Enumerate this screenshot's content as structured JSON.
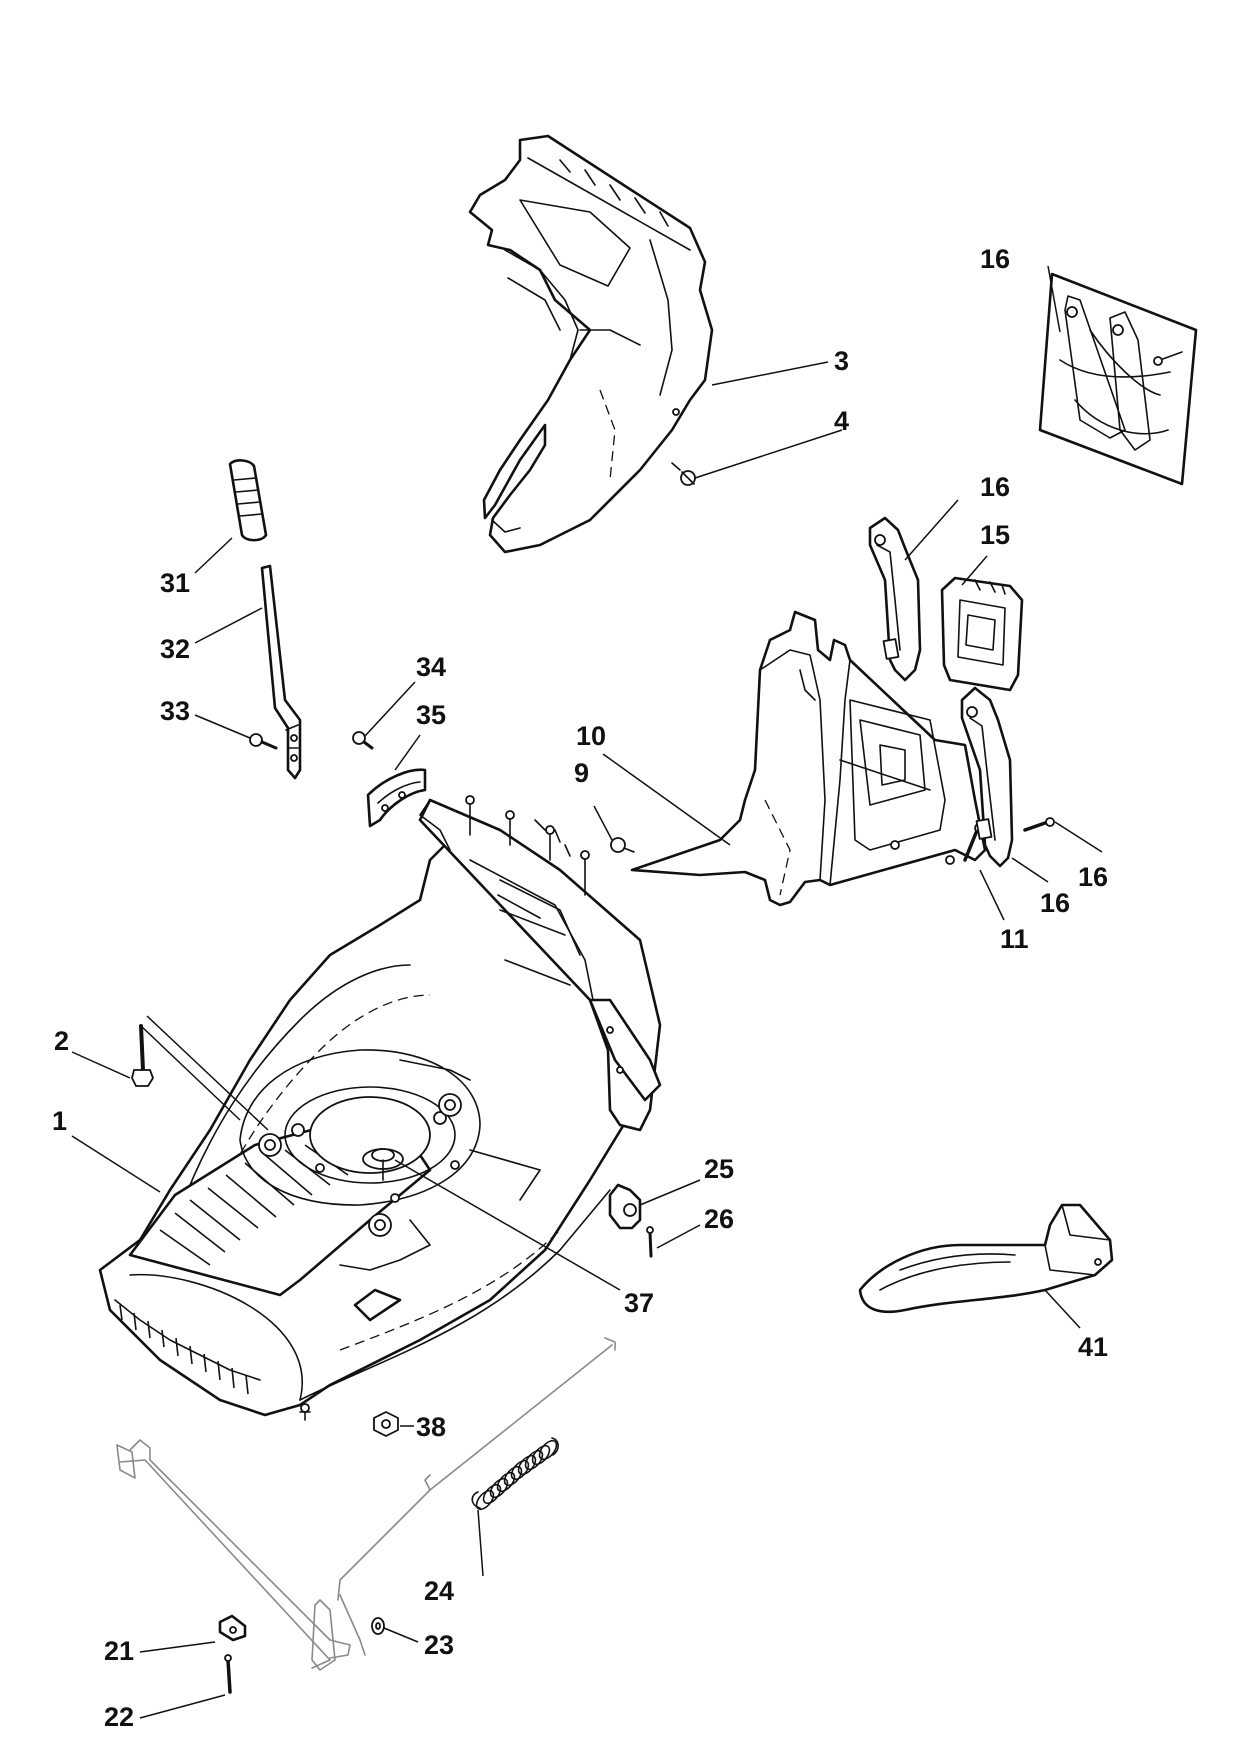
{
  "callouts": [
    {
      "id": "c1",
      "label": "1"
    },
    {
      "id": "c2",
      "label": "2"
    },
    {
      "id": "c3",
      "label": "3"
    },
    {
      "id": "c4",
      "label": "4"
    },
    {
      "id": "c9",
      "label": "9"
    },
    {
      "id": "c10",
      "label": "10"
    },
    {
      "id": "c11",
      "label": "11"
    },
    {
      "id": "c15",
      "label": "15"
    },
    {
      "id": "c16a",
      "label": "16"
    },
    {
      "id": "c16b",
      "label": "16"
    },
    {
      "id": "c16c",
      "label": "16"
    },
    {
      "id": "c16d",
      "label": "16"
    },
    {
      "id": "c21",
      "label": "21"
    },
    {
      "id": "c22",
      "label": "22"
    },
    {
      "id": "c23",
      "label": "23"
    },
    {
      "id": "c24",
      "label": "24"
    },
    {
      "id": "c25",
      "label": "25"
    },
    {
      "id": "c26",
      "label": "26"
    },
    {
      "id": "c31",
      "label": "31"
    },
    {
      "id": "c32",
      "label": "32"
    },
    {
      "id": "c33",
      "label": "33"
    },
    {
      "id": "c34",
      "label": "34"
    },
    {
      "id": "c35",
      "label": "35"
    },
    {
      "id": "c37",
      "label": "37"
    },
    {
      "id": "c38",
      "label": "38"
    },
    {
      "id": "c41",
      "label": "41"
    }
  ]
}
